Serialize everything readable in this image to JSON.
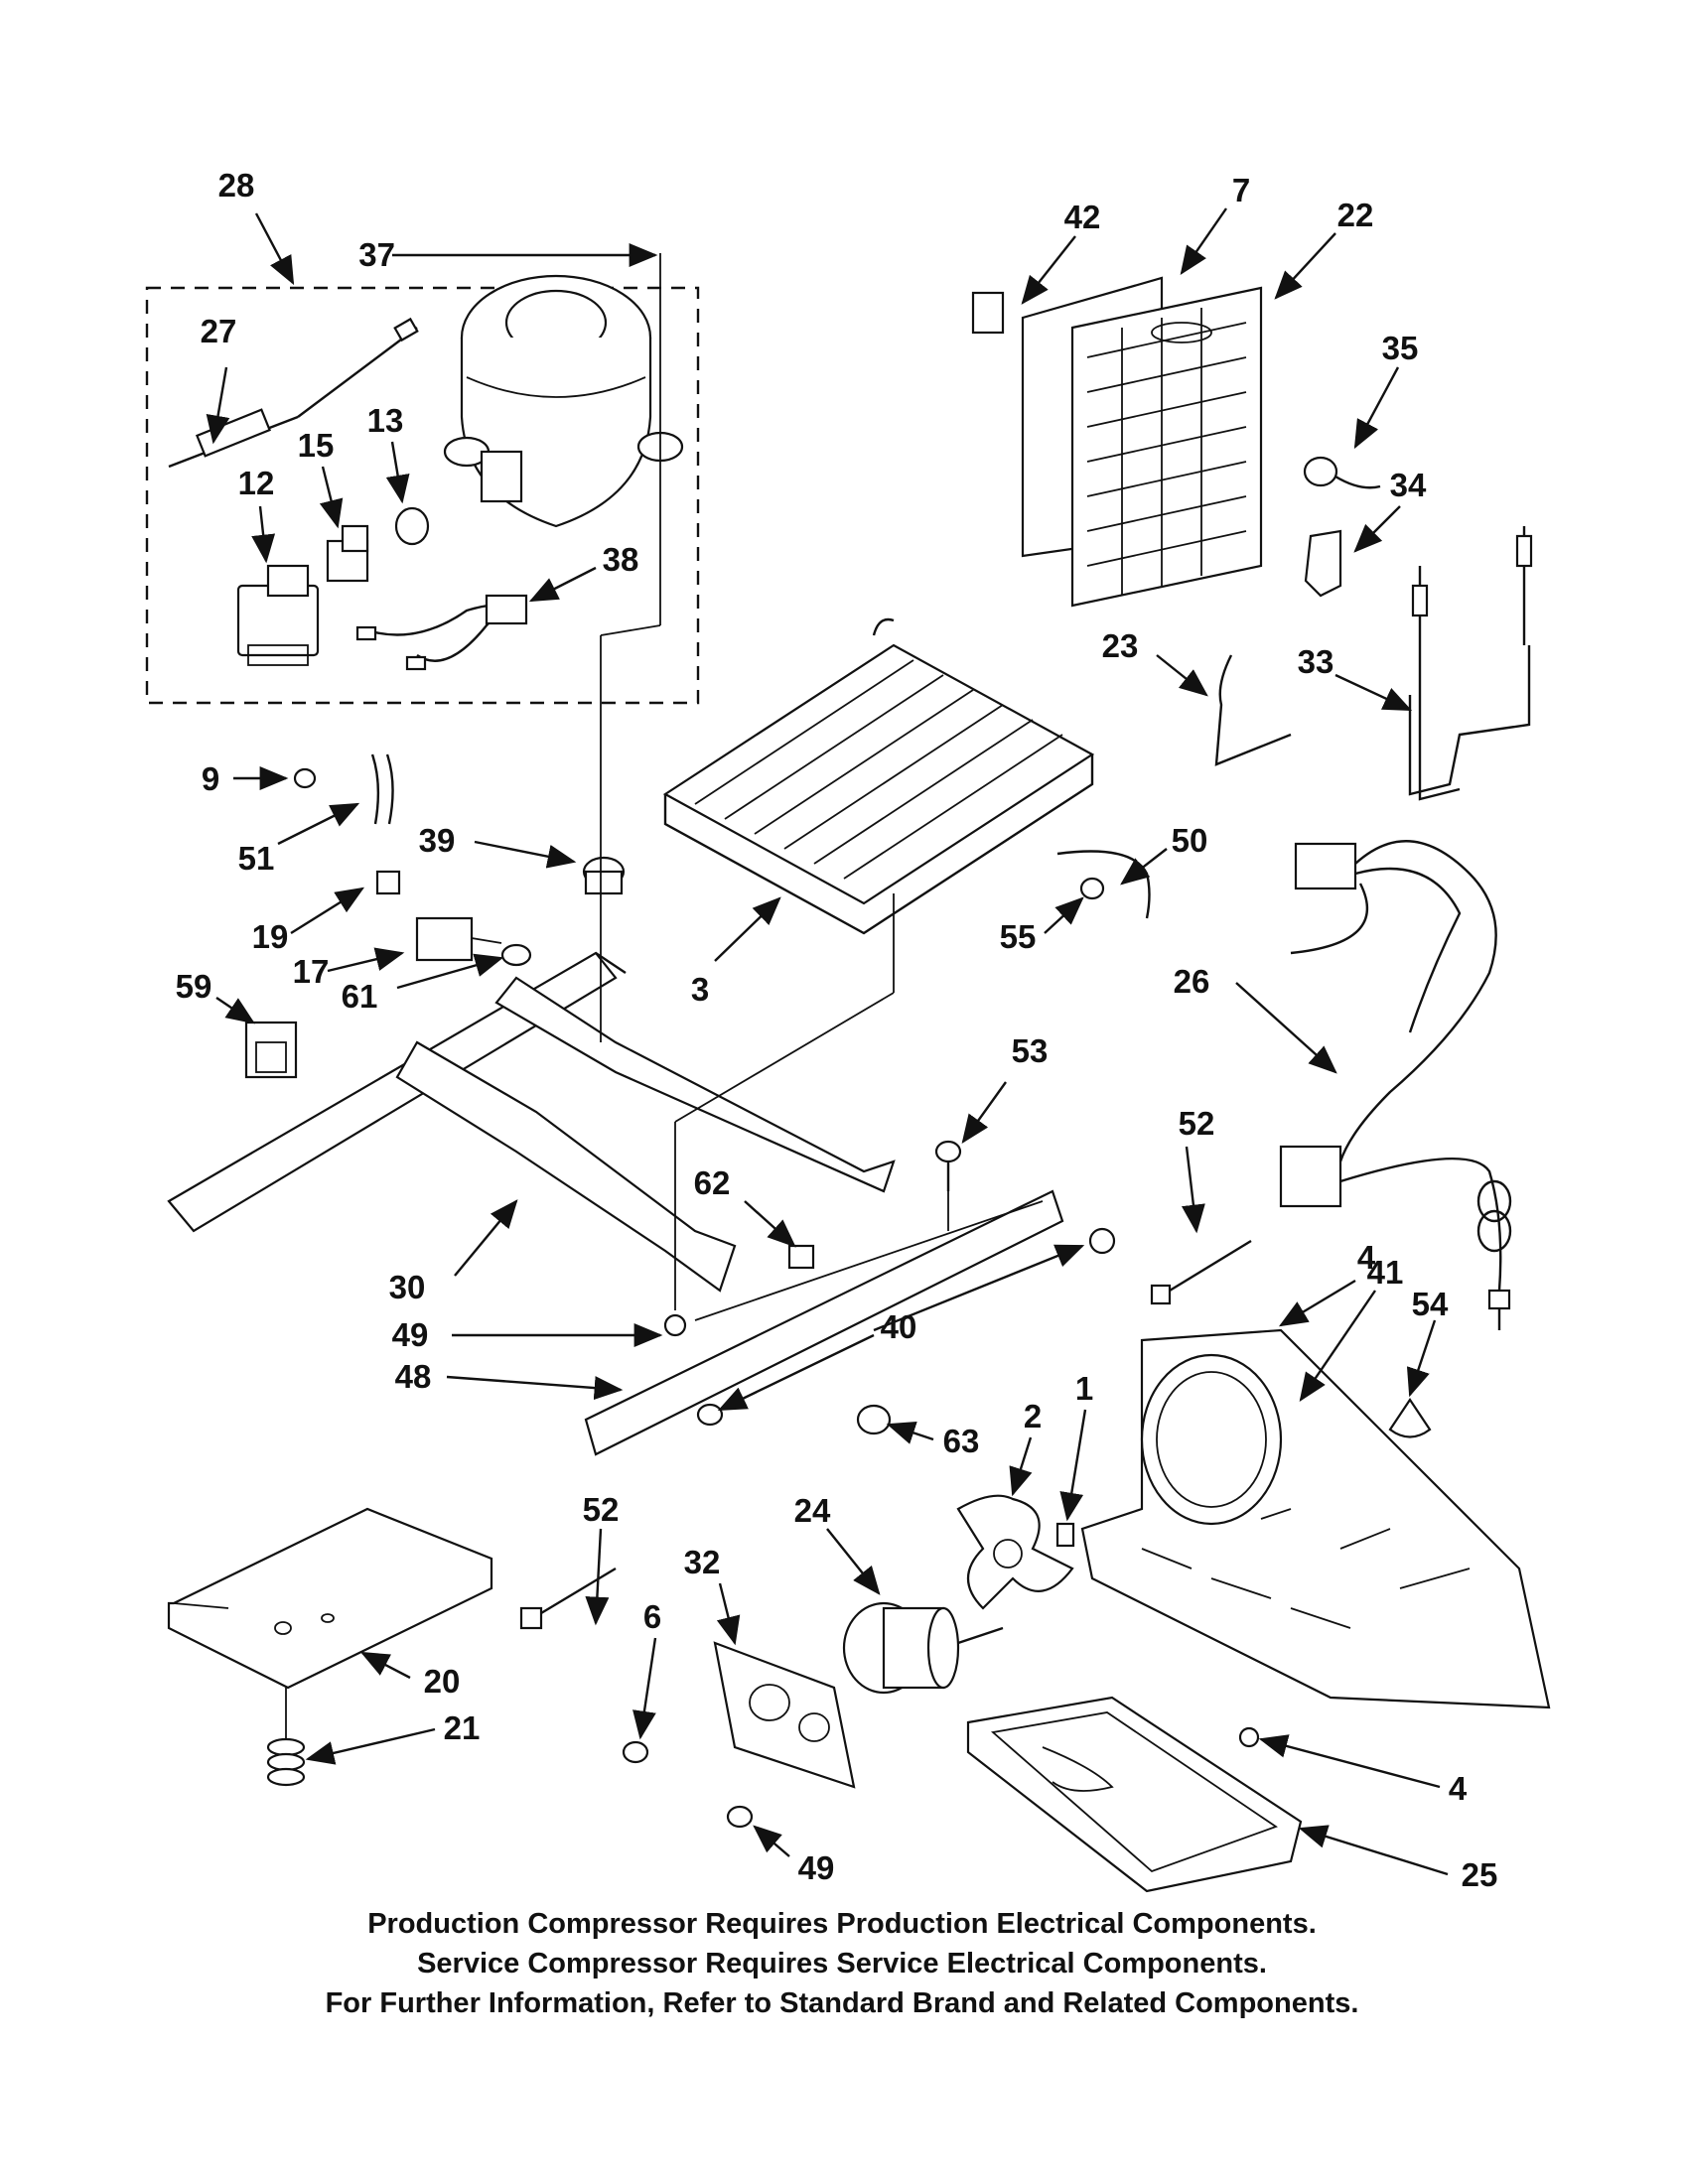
{
  "callouts": [
    "28",
    "37",
    "27",
    "15",
    "13",
    "12",
    "38",
    "42",
    "7",
    "22",
    "35",
    "34",
    "23",
    "33",
    "9",
    "51",
    "39",
    "19",
    "17",
    "61",
    "59",
    "3",
    "55",
    "50",
    "26",
    "53",
    "52",
    "62",
    "30",
    "49",
    "40",
    "48",
    "4",
    "41",
    "54",
    "63",
    "2",
    "1",
    "24",
    "32",
    "6",
    "20",
    "21",
    "25"
  ],
  "footer": {
    "line1": "Production Compressor Requires Production Electrical Components.",
    "line2": "Service Compressor Requires Service Electrical Components.",
    "line3": "For Further Information, Refer to Standard Brand and Related Components."
  }
}
